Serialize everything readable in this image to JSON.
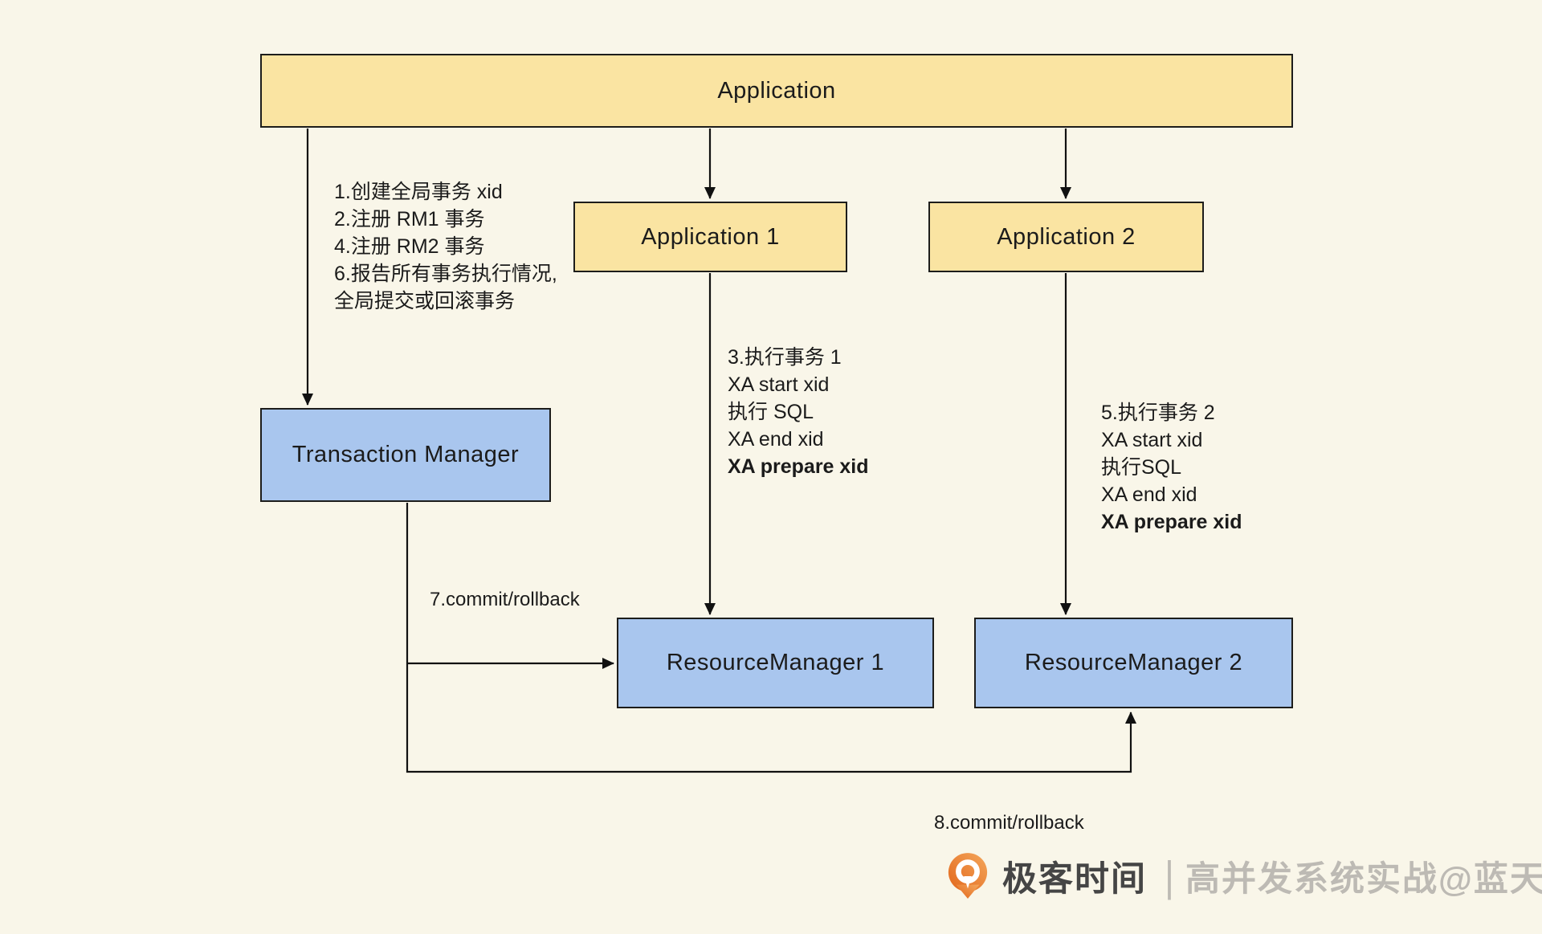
{
  "colors": {
    "background": "#F9F6E9",
    "node-yellow": "#FAE4A2",
    "node-blue": "#A9C6EE",
    "border": "#1D1D1B",
    "arrow": "#111111",
    "logo-orange": "#E2661A",
    "logo-orange-light": "#F4A75C",
    "logo-dark-text": "#454545",
    "logo-gray-text": "#BDBAB4"
  },
  "nodes": {
    "application": {
      "label": "Application"
    },
    "application1": {
      "label": "Application 1"
    },
    "application2": {
      "label": "Application 2"
    },
    "transaction_manager": {
      "label": "Transaction Manager"
    },
    "resource_manager1": {
      "label": "ResourceManager 1"
    },
    "resource_manager2": {
      "label": "ResourceManager 2"
    }
  },
  "annotations": {
    "tm_steps": {
      "lines": [
        "1.创建全局事务 xid",
        "2.注册 RM1 事务",
        "4.注册 RM2 事务",
        "6.报告所有事务执行情况,",
        "全局提交或回滚事务"
      ]
    },
    "rm1_steps": {
      "lines": [
        "3.执行事务 1",
        "XA start xid",
        "执行 SQL",
        "XA end xid",
        "XA prepare xid"
      ]
    },
    "rm2_steps": {
      "lines": [
        "5.执行事务 2",
        "XA start xid",
        "执行SQL",
        "XA end xid",
        "XA prepare xid"
      ]
    },
    "edge7_label": "7.commit/rollback",
    "edge8_label": "8.commit/rollback"
  },
  "footer": {
    "brand": "极客时间",
    "separator": "|",
    "credit": "高并发系统实战@蓝天"
  }
}
